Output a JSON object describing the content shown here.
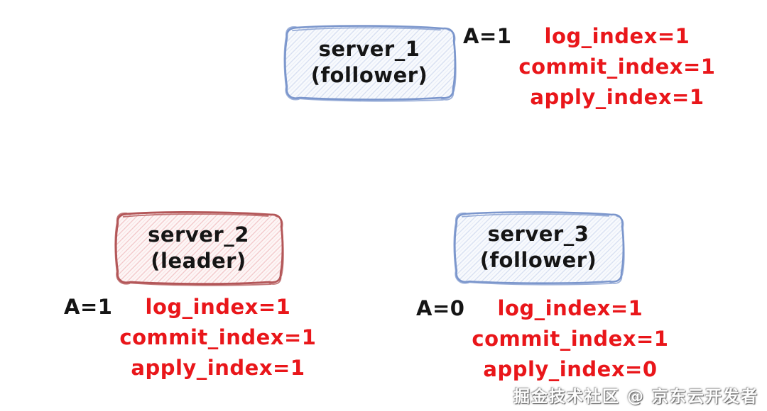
{
  "diagram": {
    "topic": "raft-servers-state",
    "colors": {
      "red_text": "#e9161a",
      "black_text": "#151515",
      "blue_box_border": "#7b96cc",
      "blue_box_hatch": "#d5def1",
      "blue_box_fill": "#f8fafd",
      "red_box_border": "#b35658",
      "red_box_hatch": "#f2c5c7",
      "red_box_fill": "#fdf6f6"
    },
    "nodes": [
      {
        "title": "server_1",
        "role": "(follower)",
        "variant": "blue"
      },
      {
        "title": "server_2",
        "role": "(leader)",
        "variant": "red"
      },
      {
        "title": "server_3",
        "role": "(follower)",
        "variant": "blue"
      }
    ],
    "states": [
      {
        "server": "server_1",
        "a_label": "A=1",
        "lines": [
          "log_index=1",
          "commit_index=1",
          "apply_index=1"
        ]
      },
      {
        "server": "server_2",
        "a_label": "A=1",
        "lines": [
          "log_index=1",
          "commit_index=1",
          "apply_index=1"
        ]
      },
      {
        "server": "server_3",
        "a_label": "A=0",
        "lines": [
          "log_index=1",
          "commit_index=1",
          "apply_index=0"
        ]
      }
    ],
    "watermark": {
      "text": "掘金技术社区 @ 京东云开发者"
    }
  }
}
